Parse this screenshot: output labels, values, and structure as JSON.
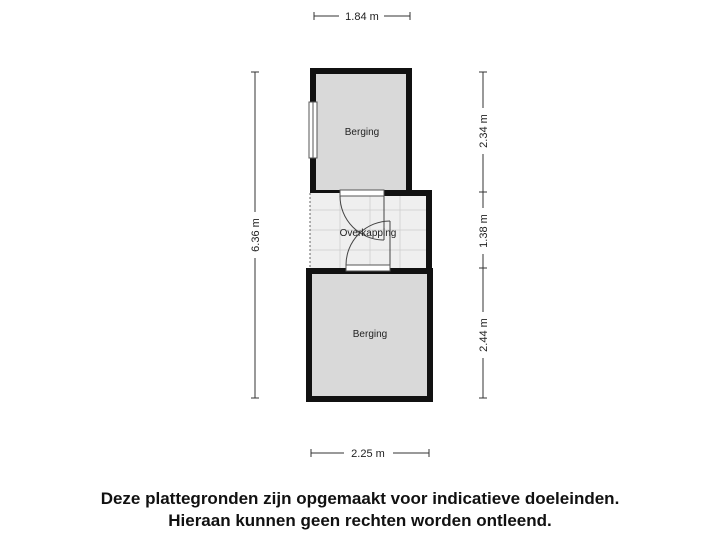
{
  "dimensions": {
    "top": "1.84 m",
    "bottom": "2.25 m",
    "left": "6.36 m",
    "right_top": "2.34 m",
    "right_middle": "1.38 m",
    "right_bottom": "2.44 m"
  },
  "rooms": {
    "top": "Berging",
    "middle": "Overkapping",
    "bottom": "Berging"
  },
  "disclaimer": {
    "line1": "Deze plattegronden zijn opgemaakt voor indicatieve doeleinden.",
    "line2": "Hieraan kunnen geen rechten worden ontleend."
  },
  "colors": {
    "wall": "#111111",
    "floor": "#d9d9d9",
    "covered_floor": "#efefef"
  }
}
